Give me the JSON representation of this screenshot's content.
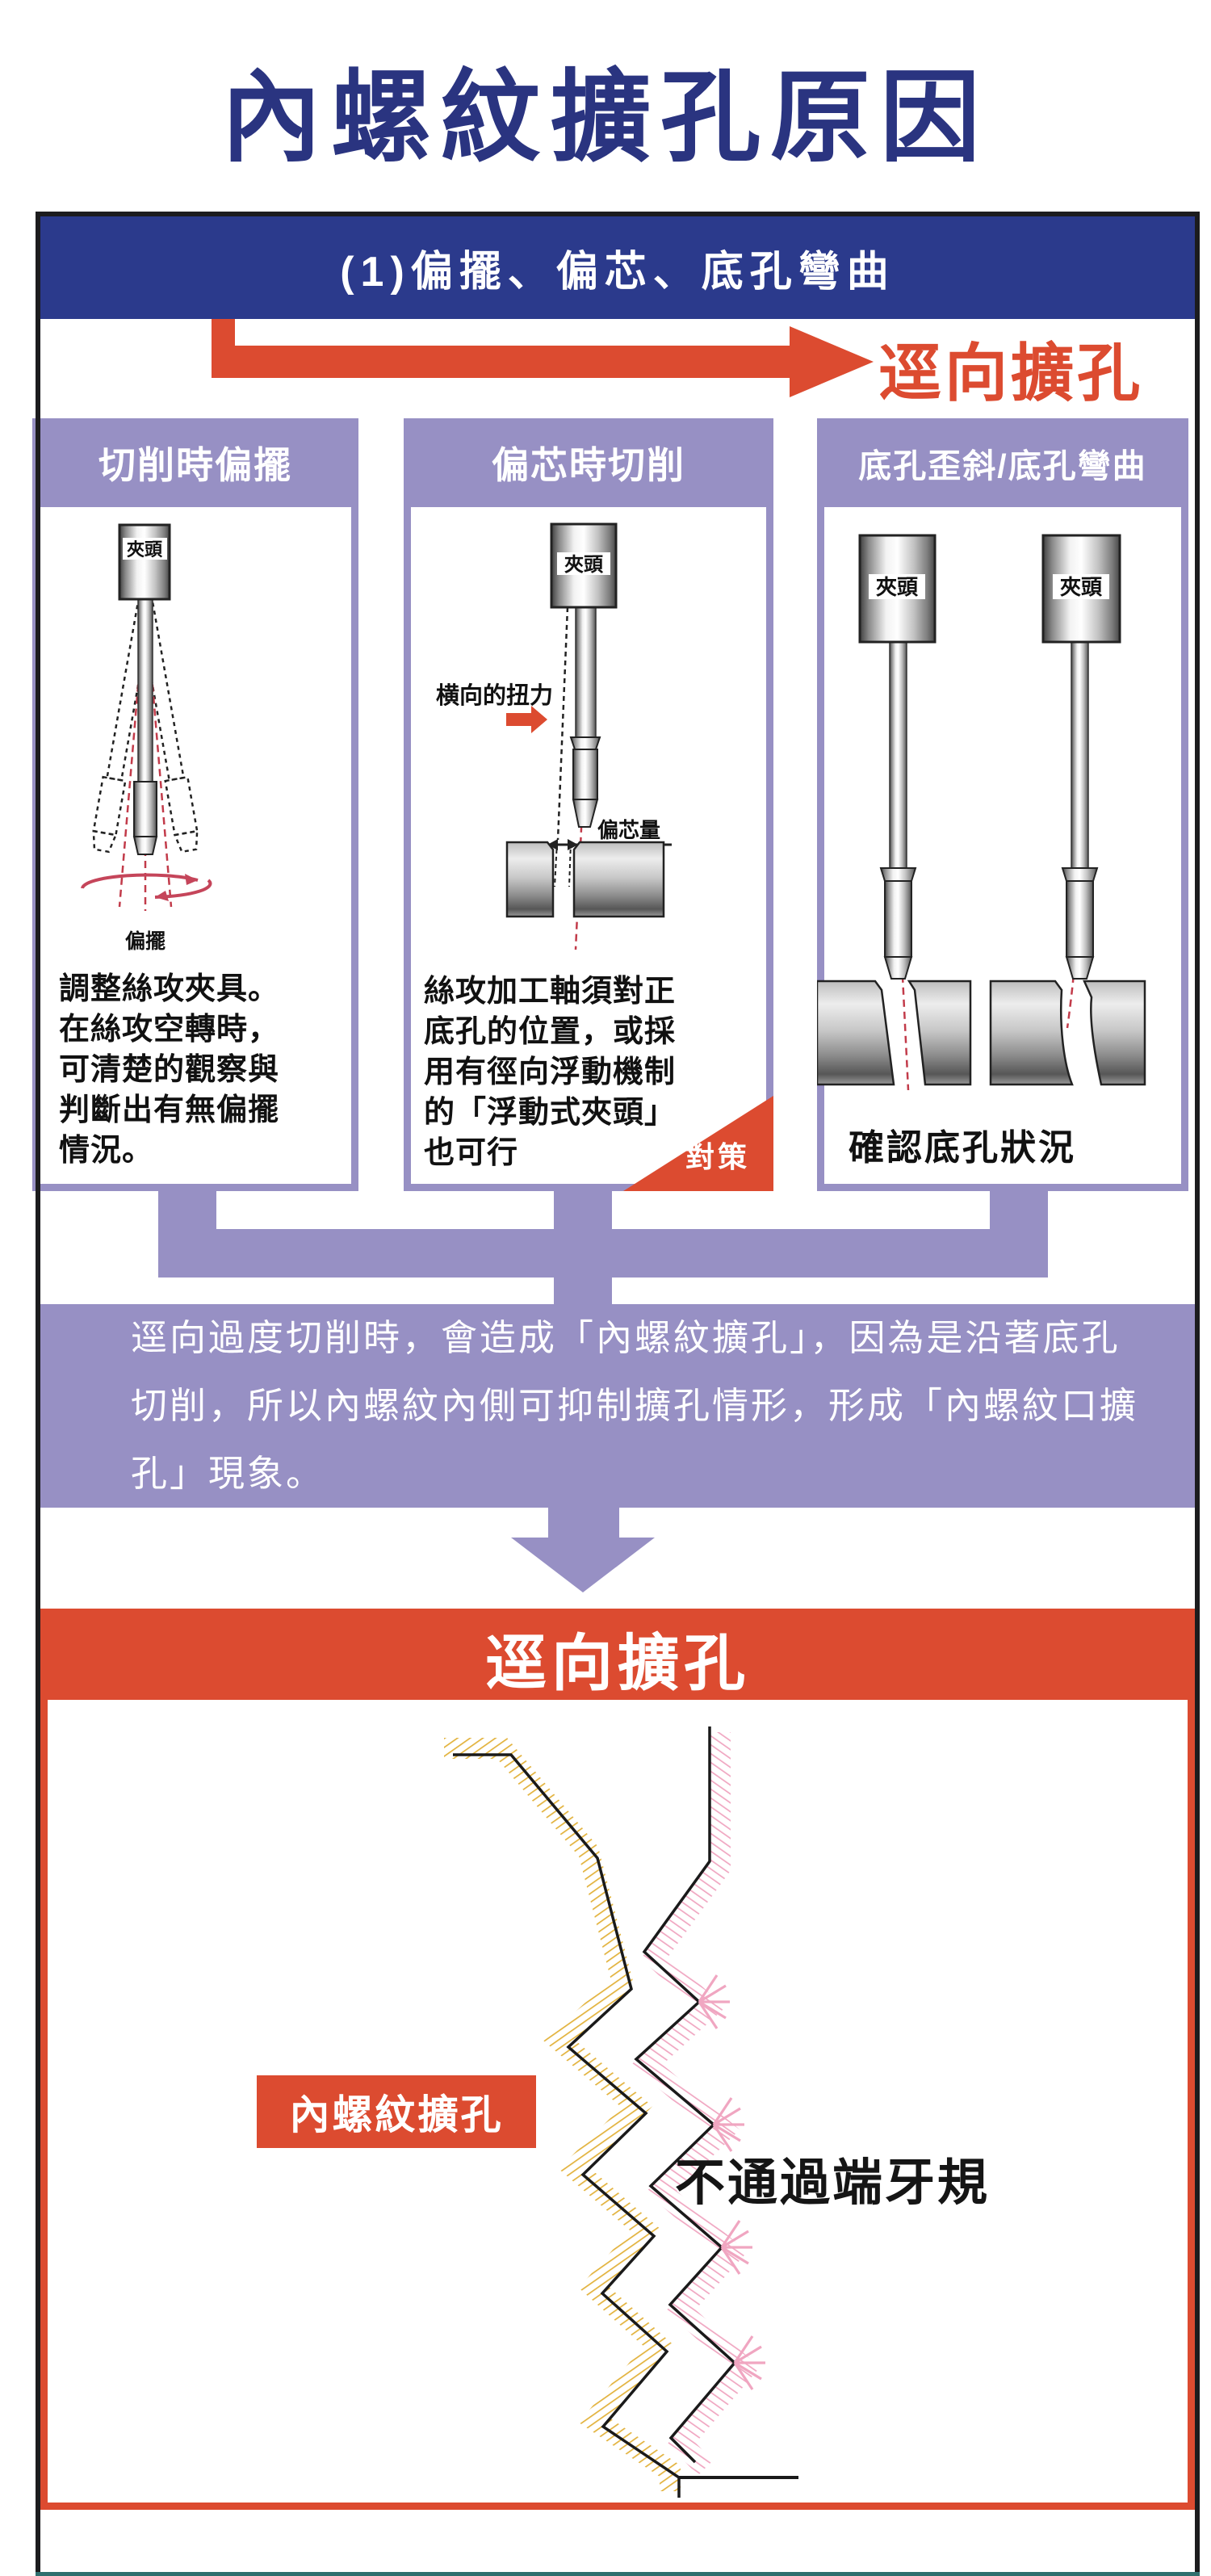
{
  "title": "內螺紋擴孔原因",
  "section_header": "(1)偏擺、偏芯、底孔彎曲",
  "radial_arrow_label": "逕向擴孔",
  "panels": {
    "p1": {
      "header": "切削時偏擺",
      "chuck_label": "夾頭",
      "wobble_label": "偏擺",
      "body": "調整絲攻夾具。\n在絲攻空轉時，\n可清楚的觀察與\n判斷出有無偏擺\n情況。"
    },
    "p2": {
      "header": "偏芯時切削",
      "chuck_label": "夾頭",
      "torque_label": "横向的扭力",
      "eccentric_label": "偏芯量",
      "body": "絲攻加工軸須對正\n底孔的位置，或採\n用有徑向浮動機制\n的「浮動式夾頭」\n也可行",
      "badge": "對策"
    },
    "p3": {
      "header": "底孔歪斜/底孔彎曲",
      "chuck_label_left": "夾頭",
      "chuck_label_right": "夾頭",
      "caption": "確認底孔狀況"
    }
  },
  "summary_text": "逕向過度切削時，會造成「內螺紋擴孔」，因為是沿著底孔\n切削，所以內螺紋內側可抑制擴孔情形，形成「內螺紋口擴\n孔」現象。",
  "result": {
    "banner": "逕向擴孔",
    "expansion_label": "內螺紋擴孔",
    "gauge_note": "不通過端牙規"
  },
  "colors": {
    "navy_bar": "#2B3A8C",
    "title_navy": "#2A3480",
    "accent_red": "#DC4B30",
    "purple": "#9790C4",
    "gold_hatch": "#E2B23C",
    "pink_hatch": "#F0A6C1",
    "dash_red": "#C23B4A",
    "teal_baseline": "#2E6F6E"
  }
}
